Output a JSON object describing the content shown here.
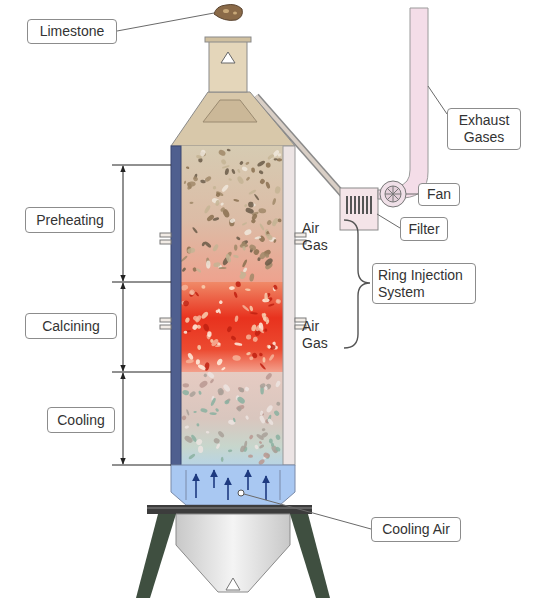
{
  "diagram": {
    "nodes": [
      {
        "text": [
          "Limestone"
        ]
      },
      {
        "text": [
          "Exhaust Gases"
        ]
      },
      {
        "text": [
          "Fan"
        ]
      },
      {
        "text": [
          "Preheating"
        ]
      },
      {
        "text": [
          "Filter"
        ]
      },
      {
        "text": [
          "Ring Injection System"
        ]
      },
      {
        "text": [
          "Calcining"
        ]
      },
      {
        "text": [
          "Cooling"
        ]
      },
      {
        "text": [
          "Cooling Air"
        ]
      }
    ],
    "labels": [
      "Air Gas",
      "Air Gas"
    ]
  }
}
